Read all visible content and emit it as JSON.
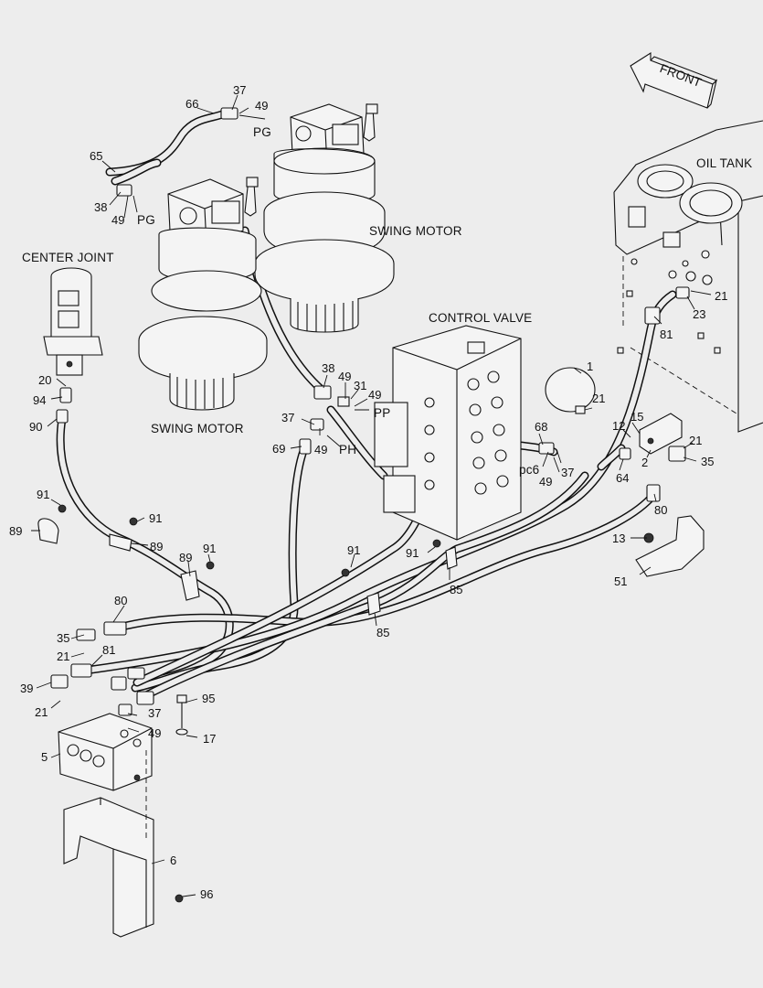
{
  "captions": {
    "front": "FRONT",
    "oil_tank": "OIL TANK",
    "center_joint": "CENTER JOINT",
    "swing_motor_right": "SWING MOTOR",
    "swing_motor_left": "SWING MOTOR",
    "control_valve": "CONTROL VALVE"
  },
  "ports": {
    "pg_top": "PG",
    "pg_left": "PG",
    "pp": "PP",
    "ph": "PH",
    "pc6": "pc6"
  },
  "callouts": {
    "c66": "66",
    "c37a": "37",
    "c49a": "49",
    "c65": "65",
    "c38a": "38",
    "c49b": "49",
    "c20": "20",
    "c94": "94",
    "c90": "90",
    "c38b": "38",
    "c49c": "49",
    "c31": "31",
    "c49d": "49",
    "c37b": "37",
    "c49e": "49",
    "c69": "69",
    "c1": "1",
    "c21a": "21",
    "c12": "12",
    "c15": "15",
    "c21b": "21",
    "c2": "2",
    "c35a": "35",
    "c64": "64",
    "c80a": "80",
    "c68": "68",
    "c49f": "49",
    "c37c": "37",
    "c21c": "21",
    "c23": "23",
    "c81a": "81",
    "c91a": "91",
    "c89a": "89",
    "c91b": "91",
    "c89b": "89",
    "c89c": "89",
    "c91c": "91",
    "c91d": "91",
    "c91e": "91",
    "c85a": "85",
    "c85b": "85",
    "c13": "13",
    "c51": "51",
    "c80b": "80",
    "c35b": "35",
    "c21d": "21",
    "c81b": "81",
    "c39": "39",
    "c21e": "21",
    "c95": "95",
    "c37d": "37",
    "c49g": "49",
    "c17": "17",
    "c5": "5",
    "c6": "6",
    "c96": "96"
  }
}
